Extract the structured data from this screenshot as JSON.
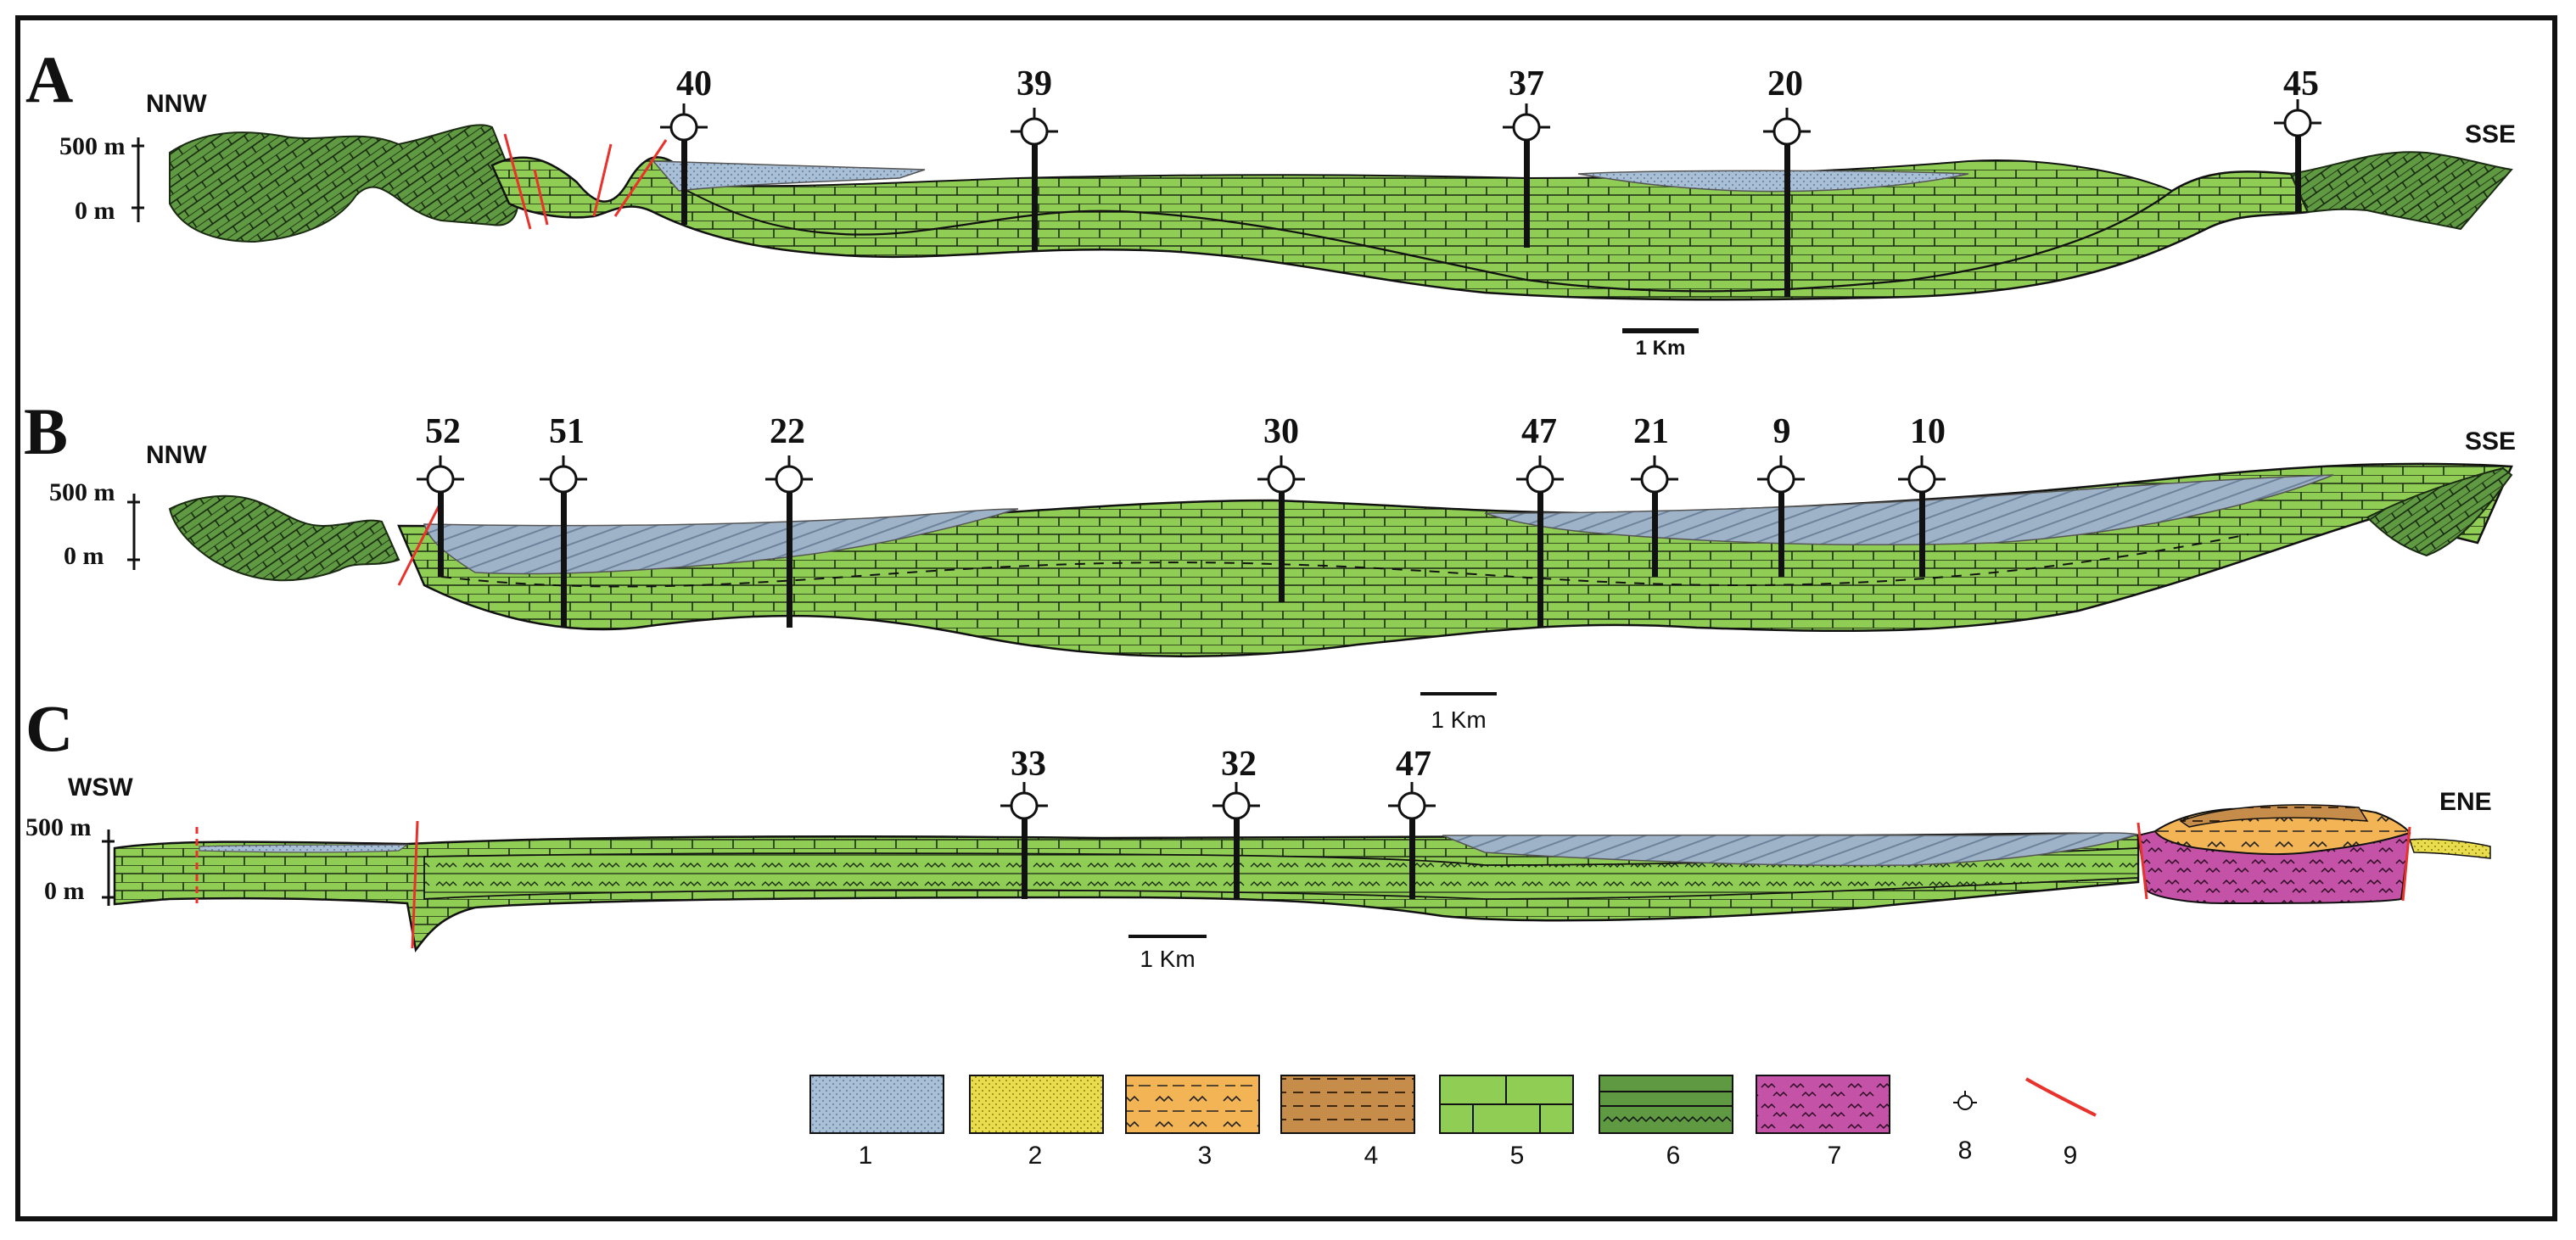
{
  "sections": {
    "A": {
      "letter": "A",
      "left": "NNW",
      "right": "SSE",
      "y_top": "500 m",
      "y_bottom": "0 m",
      "wells": [
        "40",
        "39",
        "37",
        "20",
        "45"
      ],
      "scale": "1 Km"
    },
    "B": {
      "letter": "B",
      "left": "NNW",
      "right": "SSE",
      "y_top": "500 m",
      "y_bottom": "0 m",
      "wells": [
        "52",
        "51",
        "22",
        "30",
        "47",
        "21",
        "9",
        "10"
      ],
      "scale": "1 Km"
    },
    "C": {
      "letter": "C",
      "left": "WSW",
      "right": "ENE",
      "y_top": "500 m",
      "y_bottom": "0 m",
      "wells": [
        "33",
        "32",
        "47"
      ],
      "scale": "1 Km"
    }
  },
  "legend": [
    "1",
    "2",
    "3",
    "4",
    "5",
    "6",
    "7",
    "8",
    "9"
  ],
  "colors": {
    "blue_fill": "#a9bfd6",
    "yellow_fill": "#e9dc4d",
    "orange_fill": "#f3b456",
    "brown_fill": "#c68d4a",
    "green_fill": "#8fcd55",
    "dark_green_fill": "#5f9942",
    "magenta_fill": "#c453a8",
    "fault": "#e8322b"
  }
}
